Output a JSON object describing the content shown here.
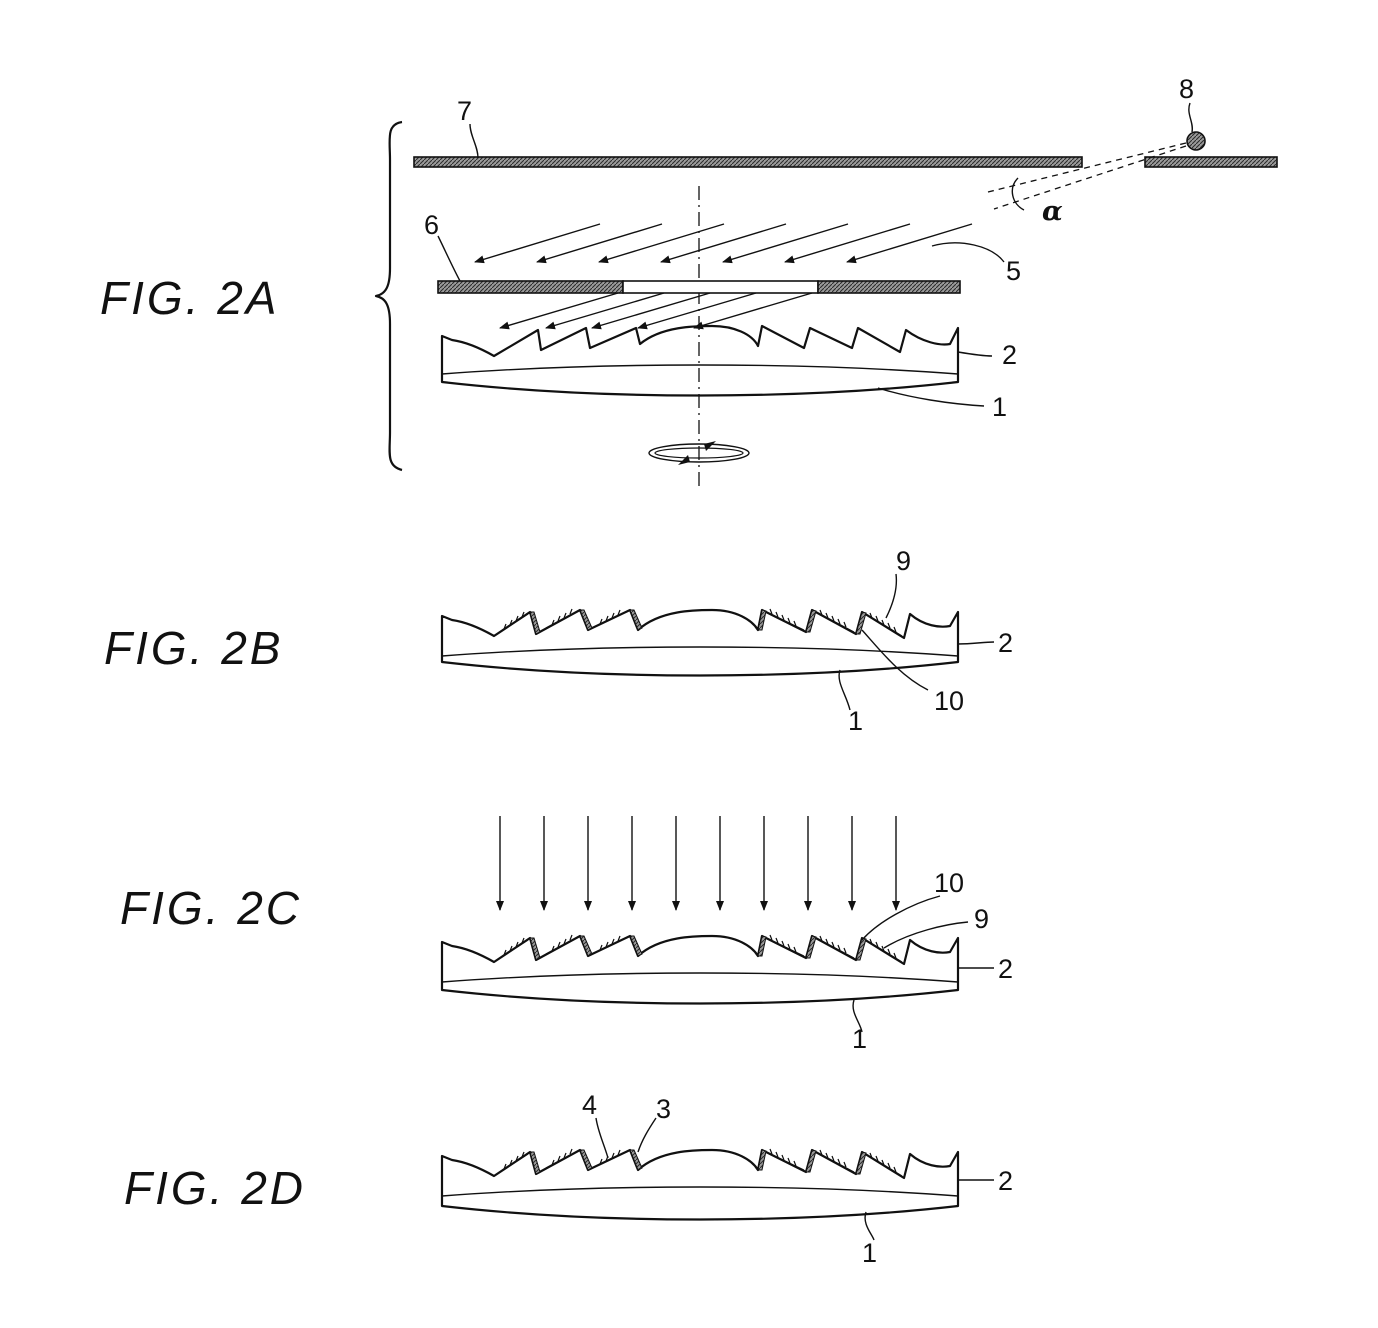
{
  "figures": {
    "fig_2a": {
      "title": "FIG. 2A",
      "labels": {
        "ref_1": "1",
        "ref_2": "2",
        "ref_5": "5",
        "ref_6": "6",
        "ref_7": "7",
        "ref_8": "8",
        "alpha": "α"
      }
    },
    "fig_2b": {
      "title": "FIG. 2B",
      "labels": {
        "ref_1": "1",
        "ref_2": "2",
        "ref_9": "9",
        "ref_10": "10"
      }
    },
    "fig_2c": {
      "title": "FIG. 2C",
      "labels": {
        "ref_1": "1",
        "ref_2": "2",
        "ref_9": "9",
        "ref_10": "10"
      }
    },
    "fig_2d": {
      "title": "FIG. 2D",
      "labels": {
        "ref_1": "1",
        "ref_2": "2",
        "ref_3": "3",
        "ref_4": "4"
      }
    }
  },
  "colors": {
    "ink": "#111111",
    "paper": "#ffffff",
    "hatch": "#7a7a7a"
  }
}
